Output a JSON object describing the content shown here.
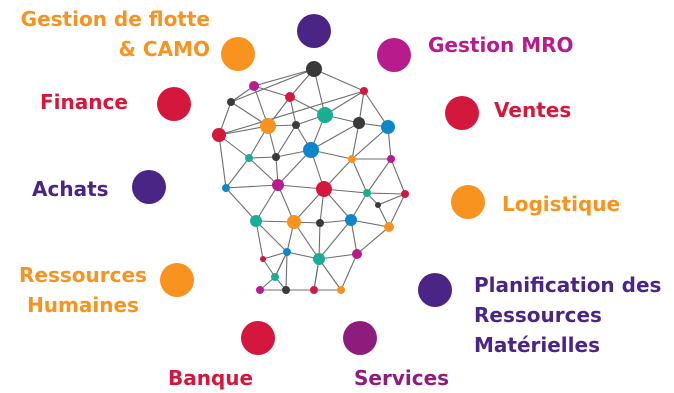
{
  "colors": {
    "orange": "#f7931e",
    "crimson": "#d4173d",
    "purple": "#4b2585",
    "magenta": "#b81b8c",
    "violet": "#8e1c7d",
    "teal": "#19ad94",
    "blue": "#0f86c9",
    "dark": "#3a3a3a",
    "line": "#6e6e6e"
  },
  "modules": [
    {
      "id": "fleet",
      "lines": [
        "Gestion de flotte",
        "& CAMO"
      ],
      "color": "orange",
      "align": "right"
    },
    {
      "id": "mro",
      "lines": [
        "Gestion MRO"
      ],
      "color": "magenta",
      "align": "left"
    },
    {
      "id": "finance",
      "lines": [
        "Finance"
      ],
      "color": "crimson",
      "align": "left"
    },
    {
      "id": "sales",
      "lines": [
        "Ventes"
      ],
      "color": "crimson",
      "align": "left"
    },
    {
      "id": "purchasing",
      "lines": [
        "Achats"
      ],
      "color": "purple",
      "align": "left"
    },
    {
      "id": "logistics",
      "lines": [
        "Logistique"
      ],
      "color": "orange",
      "align": "left"
    },
    {
      "id": "hr",
      "lines": [
        "Ressources",
        "Humaines"
      ],
      "color": "orange",
      "align": "center"
    },
    {
      "id": "mrp",
      "lines": [
        "Planification des",
        "Ressources",
        "Matérielles"
      ],
      "color": "purple",
      "align": "left"
    },
    {
      "id": "bank",
      "lines": [
        "Banque"
      ],
      "color": "crimson",
      "align": "left"
    },
    {
      "id": "services",
      "lines": [
        "Services"
      ],
      "color": "violet",
      "align": "left"
    }
  ],
  "circles": [
    {
      "module": "fleet",
      "color": "orange"
    },
    {
      "module": "none",
      "color": "purple"
    },
    {
      "module": "mro",
      "color": "magenta"
    },
    {
      "module": "finance",
      "color": "crimson"
    },
    {
      "module": "sales",
      "color": "crimson"
    },
    {
      "module": "purchasing",
      "color": "purple"
    },
    {
      "module": "logistics",
      "color": "orange"
    },
    {
      "module": "hr",
      "color": "orange"
    },
    {
      "module": "mrp",
      "color": "purple"
    },
    {
      "module": "bank",
      "color": "crimson"
    },
    {
      "module": "services",
      "color": "violet"
    }
  ],
  "network_node_colors": [
    "dark",
    "magenta",
    "crimson",
    "teal",
    "orange",
    "blue",
    "purple"
  ]
}
